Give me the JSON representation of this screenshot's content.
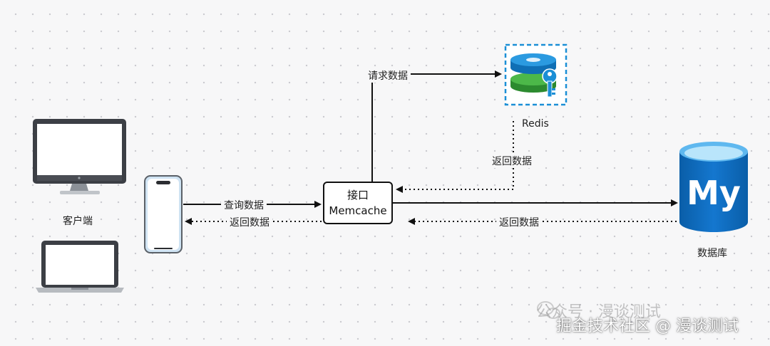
{
  "nodes": {
    "client_label": "客户端",
    "memcache_line1": "接口",
    "memcache_line2": "Memcache",
    "redis_label": "Redis",
    "db_label": "数据库",
    "mysql_logo_text": "My"
  },
  "edges": {
    "phone_to_api": "查询数据",
    "api_to_phone": "返回数据",
    "api_to_redis": "请求数据",
    "redis_to_api": "返回数据",
    "db_to_api": "返回数据"
  },
  "watermark": {
    "wechat": "公众号 · 漫谈测试",
    "site": "掘金技术社区 @ 漫谈测试"
  },
  "colors": {
    "redis_blue": "#1b8fd6",
    "redis_green": "#3aa33f",
    "mysql_blue": "#0d6bbd",
    "arrow": "#111111"
  }
}
